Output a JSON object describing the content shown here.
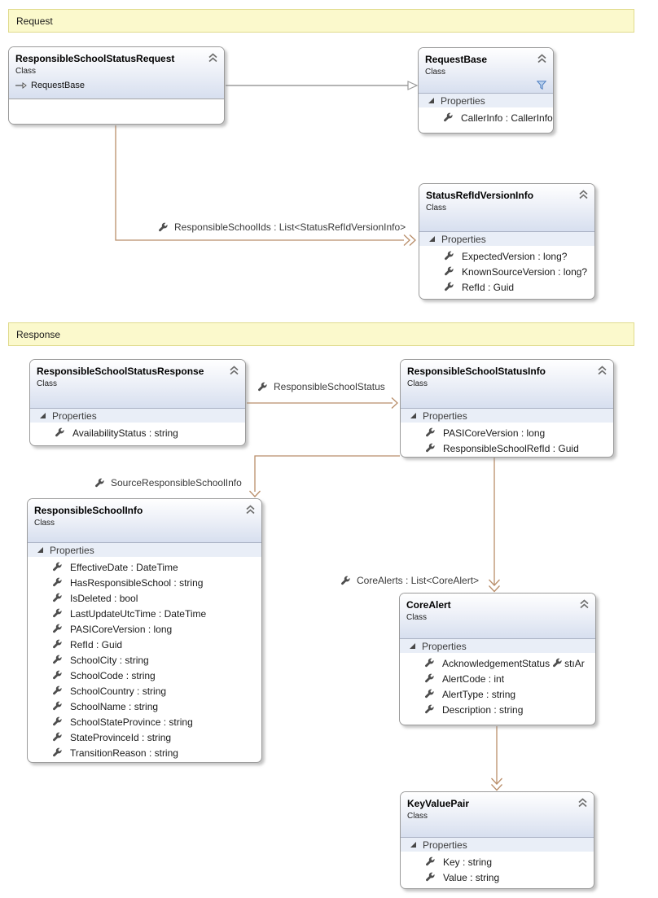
{
  "banners": {
    "request": "Request",
    "response": "Response"
  },
  "boxes": {
    "responsibleSchoolStatusRequest": {
      "title": "ResponsibleSchoolStatusRequest",
      "kind": "Class",
      "base": "RequestBase"
    },
    "requestBase": {
      "title": "RequestBase",
      "kind": "Class",
      "section": "Properties",
      "props": [
        "CallerInfo : CallerInfo"
      ]
    },
    "statusRefIdVersionInfo": {
      "title": "StatusRefIdVersionInfo",
      "kind": "Class",
      "section": "Properties",
      "props": [
        "ExpectedVersion : long?",
        "KnownSourceVersion : long?",
        "RefId : Guid"
      ]
    },
    "responsibleSchoolStatusResponse": {
      "title": "ResponsibleSchoolStatusResponse",
      "kind": "Class",
      "section": "Properties",
      "props": [
        "AvailabilityStatus : string"
      ]
    },
    "responsibleSchoolStatusInfo": {
      "title": "ResponsibleSchoolStatusInfo",
      "kind": "Class",
      "section": "Properties",
      "props": [
        "PASICoreVersion : long",
        "ResponsibleSchoolRefId : Guid"
      ]
    },
    "responsibleSchoolInfo": {
      "title": "ResponsibleSchoolInfo",
      "kind": "Class",
      "section": "Properties",
      "props": [
        "EffectiveDate : DateTime",
        "HasResponsibleSchool : string",
        "IsDeleted : bool",
        "LastUpdateUtcTime : DateTime",
        "PASICoreVersion : long",
        "RefId : Guid",
        "SchoolCity : string",
        "SchoolCode : string",
        "SchoolCountry : string",
        "SchoolName : string",
        "SchoolStateProvince : string",
        "StateProvinceId : string",
        "TransitionReason : string"
      ]
    },
    "coreAlert": {
      "title": "CoreAlert",
      "kind": "Class",
      "section": "Properties",
      "firstPropName": "AcknowledgementStatus",
      "firstPropFragment": "stıAr",
      "props": [
        "AlertCode : int",
        "AlertType : string",
        "Description : string"
      ]
    },
    "keyValuePair": {
      "title": "KeyValuePair",
      "kind": "Class",
      "section": "Properties",
      "props": [
        "Key : string",
        "Value : string"
      ]
    }
  },
  "connectorLabels": {
    "responsibleSchoolIds": "ResponsibleSchoolIds : List<StatusRefIdVersionInfo>",
    "responsibleSchoolStatus": "ResponsibleSchoolStatus",
    "sourceResponsibleSchoolInfo": "SourceResponsibleSchoolInfo",
    "coreAlerts": "CoreAlerts : List<CoreAlert>"
  },
  "colors": {
    "association": "#b98e6a",
    "inheritance": "#9b9b9b",
    "bannerBg": "#fbf9cc",
    "bannerBorder": "#e0db8e",
    "boxBorder": "#9b9b9b",
    "headerGradientEnd": "#d7dfef",
    "sectionBand": "#e9eef7",
    "filterBlue": "#4e7fc1"
  }
}
